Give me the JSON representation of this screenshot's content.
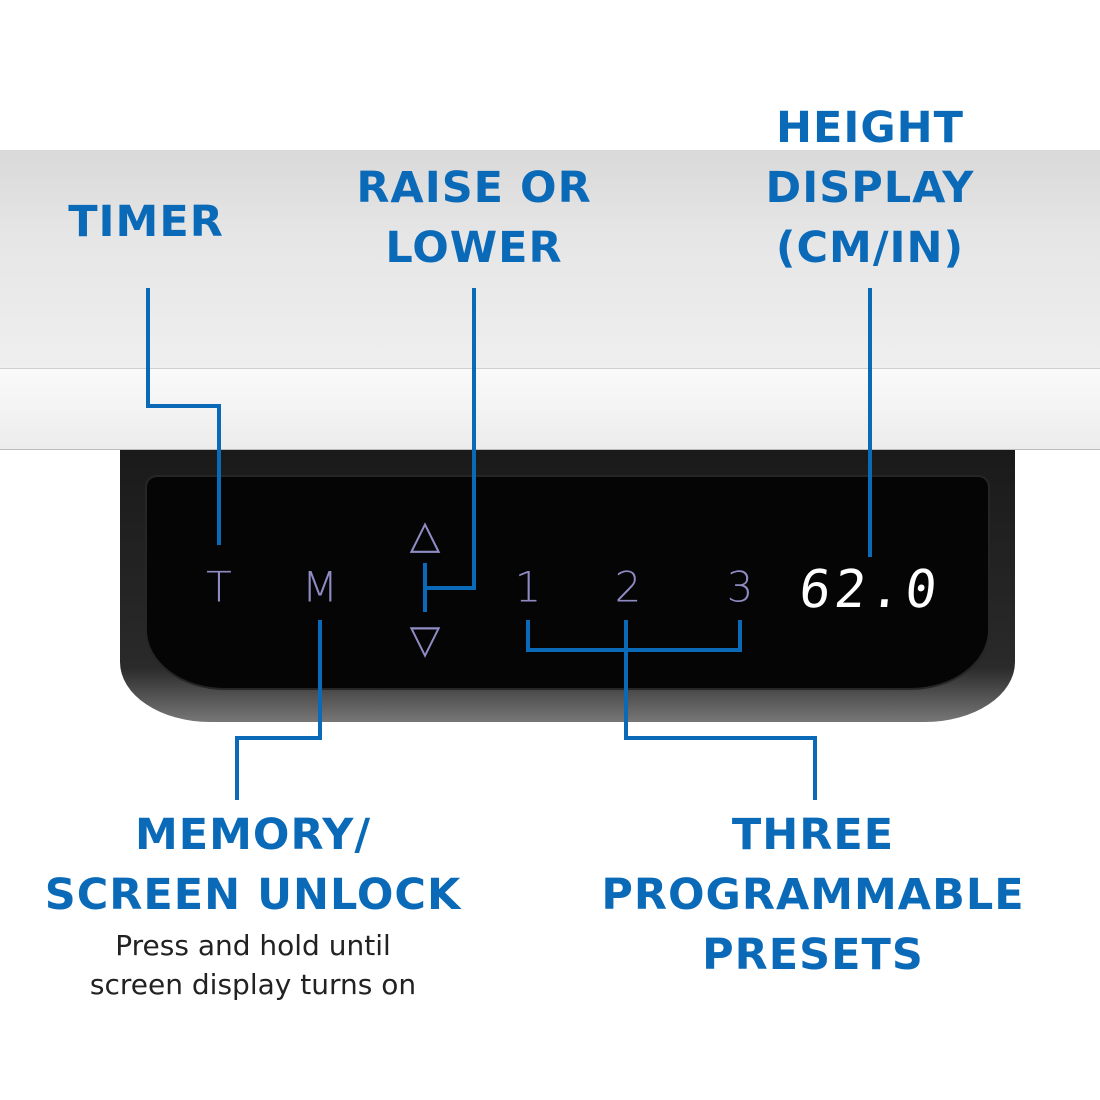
{
  "labels": {
    "timer": "TIMER",
    "raise_lower": [
      "RAISE OR",
      "LOWER"
    ],
    "height_display": [
      "HEIGHT",
      "DISPLAY",
      "(CM/IN)"
    ],
    "memory": [
      "MEMORY/",
      "SCREEN UNLOCK"
    ],
    "memory_note": [
      "Press and hold until",
      "screen display turns on"
    ],
    "presets": [
      "THREE",
      "PROGRAMMABLE",
      "PRESETS"
    ]
  },
  "panel": {
    "timer_key": "T",
    "memory_key": "M",
    "up_key": "△",
    "down_key": "▽",
    "presets": [
      "1",
      "2",
      "3"
    ],
    "height_readout": "62.0"
  },
  "colors": {
    "accent": "#0b6ab8",
    "key_glow": "#8f8cc4"
  }
}
